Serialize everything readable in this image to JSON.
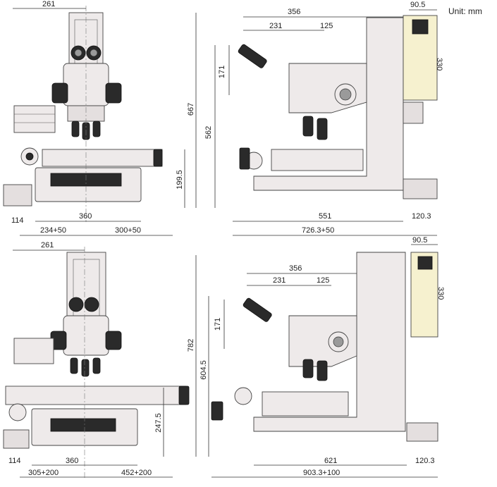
{
  "unit_label": "Unit: mm",
  "top_left": {
    "d1": "261",
    "d2": "667",
    "d3": "199.5",
    "d4": "360",
    "d5": "114",
    "d6": "234+50",
    "d7": "300+50"
  },
  "top_right": {
    "d1": "356",
    "d2": "231",
    "d3": "125",
    "d4": "90.5",
    "d5": "330",
    "d6": "171",
    "d7": "562",
    "d8": "551",
    "d9": "120.3",
    "d10": "726.3+50"
  },
  "bottom_left": {
    "d1": "261",
    "d2": "782",
    "d3": "604.5",
    "d4": "247.5",
    "d5": "114",
    "d6": "360",
    "d7": "305+200",
    "d8": "452+200"
  },
  "bottom_right": {
    "d1": "356",
    "d2": "231",
    "d3": "125",
    "d4": "90.5",
    "d5": "330",
    "d6": "171",
    "d7": "621",
    "d8": "120.3",
    "d9": "903.3+100"
  }
}
